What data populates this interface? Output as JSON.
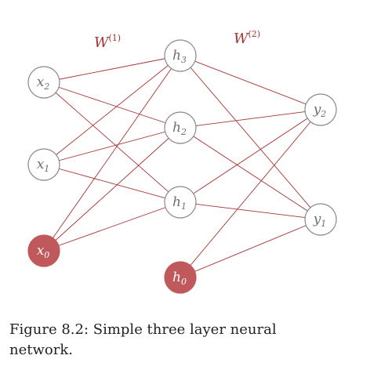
{
  "weights": [
    {
      "id": "w1",
      "base": "W",
      "sup": "(1)"
    },
    {
      "id": "w2",
      "base": "W",
      "sup": "(2)"
    }
  ],
  "nodes": [
    {
      "id": "x2",
      "base": "x",
      "sub": "2",
      "bias": false
    },
    {
      "id": "x1",
      "base": "x",
      "sub": "1",
      "bias": false
    },
    {
      "id": "x0",
      "base": "x",
      "sub": "0",
      "bias": true
    },
    {
      "id": "h3",
      "base": "h",
      "sub": "3",
      "bias": false
    },
    {
      "id": "h2",
      "base": "h",
      "sub": "2",
      "bias": false
    },
    {
      "id": "h1",
      "base": "h",
      "sub": "1",
      "bias": false
    },
    {
      "id": "h0",
      "base": "h",
      "sub": "0",
      "bias": true
    },
    {
      "id": "y2",
      "base": "y",
      "sub": "2",
      "bias": false
    },
    {
      "id": "y1",
      "base": "y",
      "sub": "1",
      "bias": false
    }
  ],
  "edges": [
    [
      "x2",
      "h3"
    ],
    [
      "x2",
      "h2"
    ],
    [
      "x2",
      "h1"
    ],
    [
      "x1",
      "h3"
    ],
    [
      "x1",
      "h2"
    ],
    [
      "x1",
      "h1"
    ],
    [
      "x0",
      "h3"
    ],
    [
      "x0",
      "h2"
    ],
    [
      "x0",
      "h1"
    ],
    [
      "h3",
      "y2"
    ],
    [
      "h3",
      "y1"
    ],
    [
      "h2",
      "y2"
    ],
    [
      "h2",
      "y1"
    ],
    [
      "h1",
      "y2"
    ],
    [
      "h1",
      "y1"
    ],
    [
      "h0",
      "y2"
    ],
    [
      "h0",
      "y1"
    ]
  ],
  "colors": {
    "edge": "#a83232",
    "bias_fill": "#c0595b",
    "node_stroke": "#8a8a8a",
    "node_label": "#6e6e6e",
    "weight_label": "#a83232"
  },
  "caption": "Figure 8.2: Simple three layer neural network."
}
